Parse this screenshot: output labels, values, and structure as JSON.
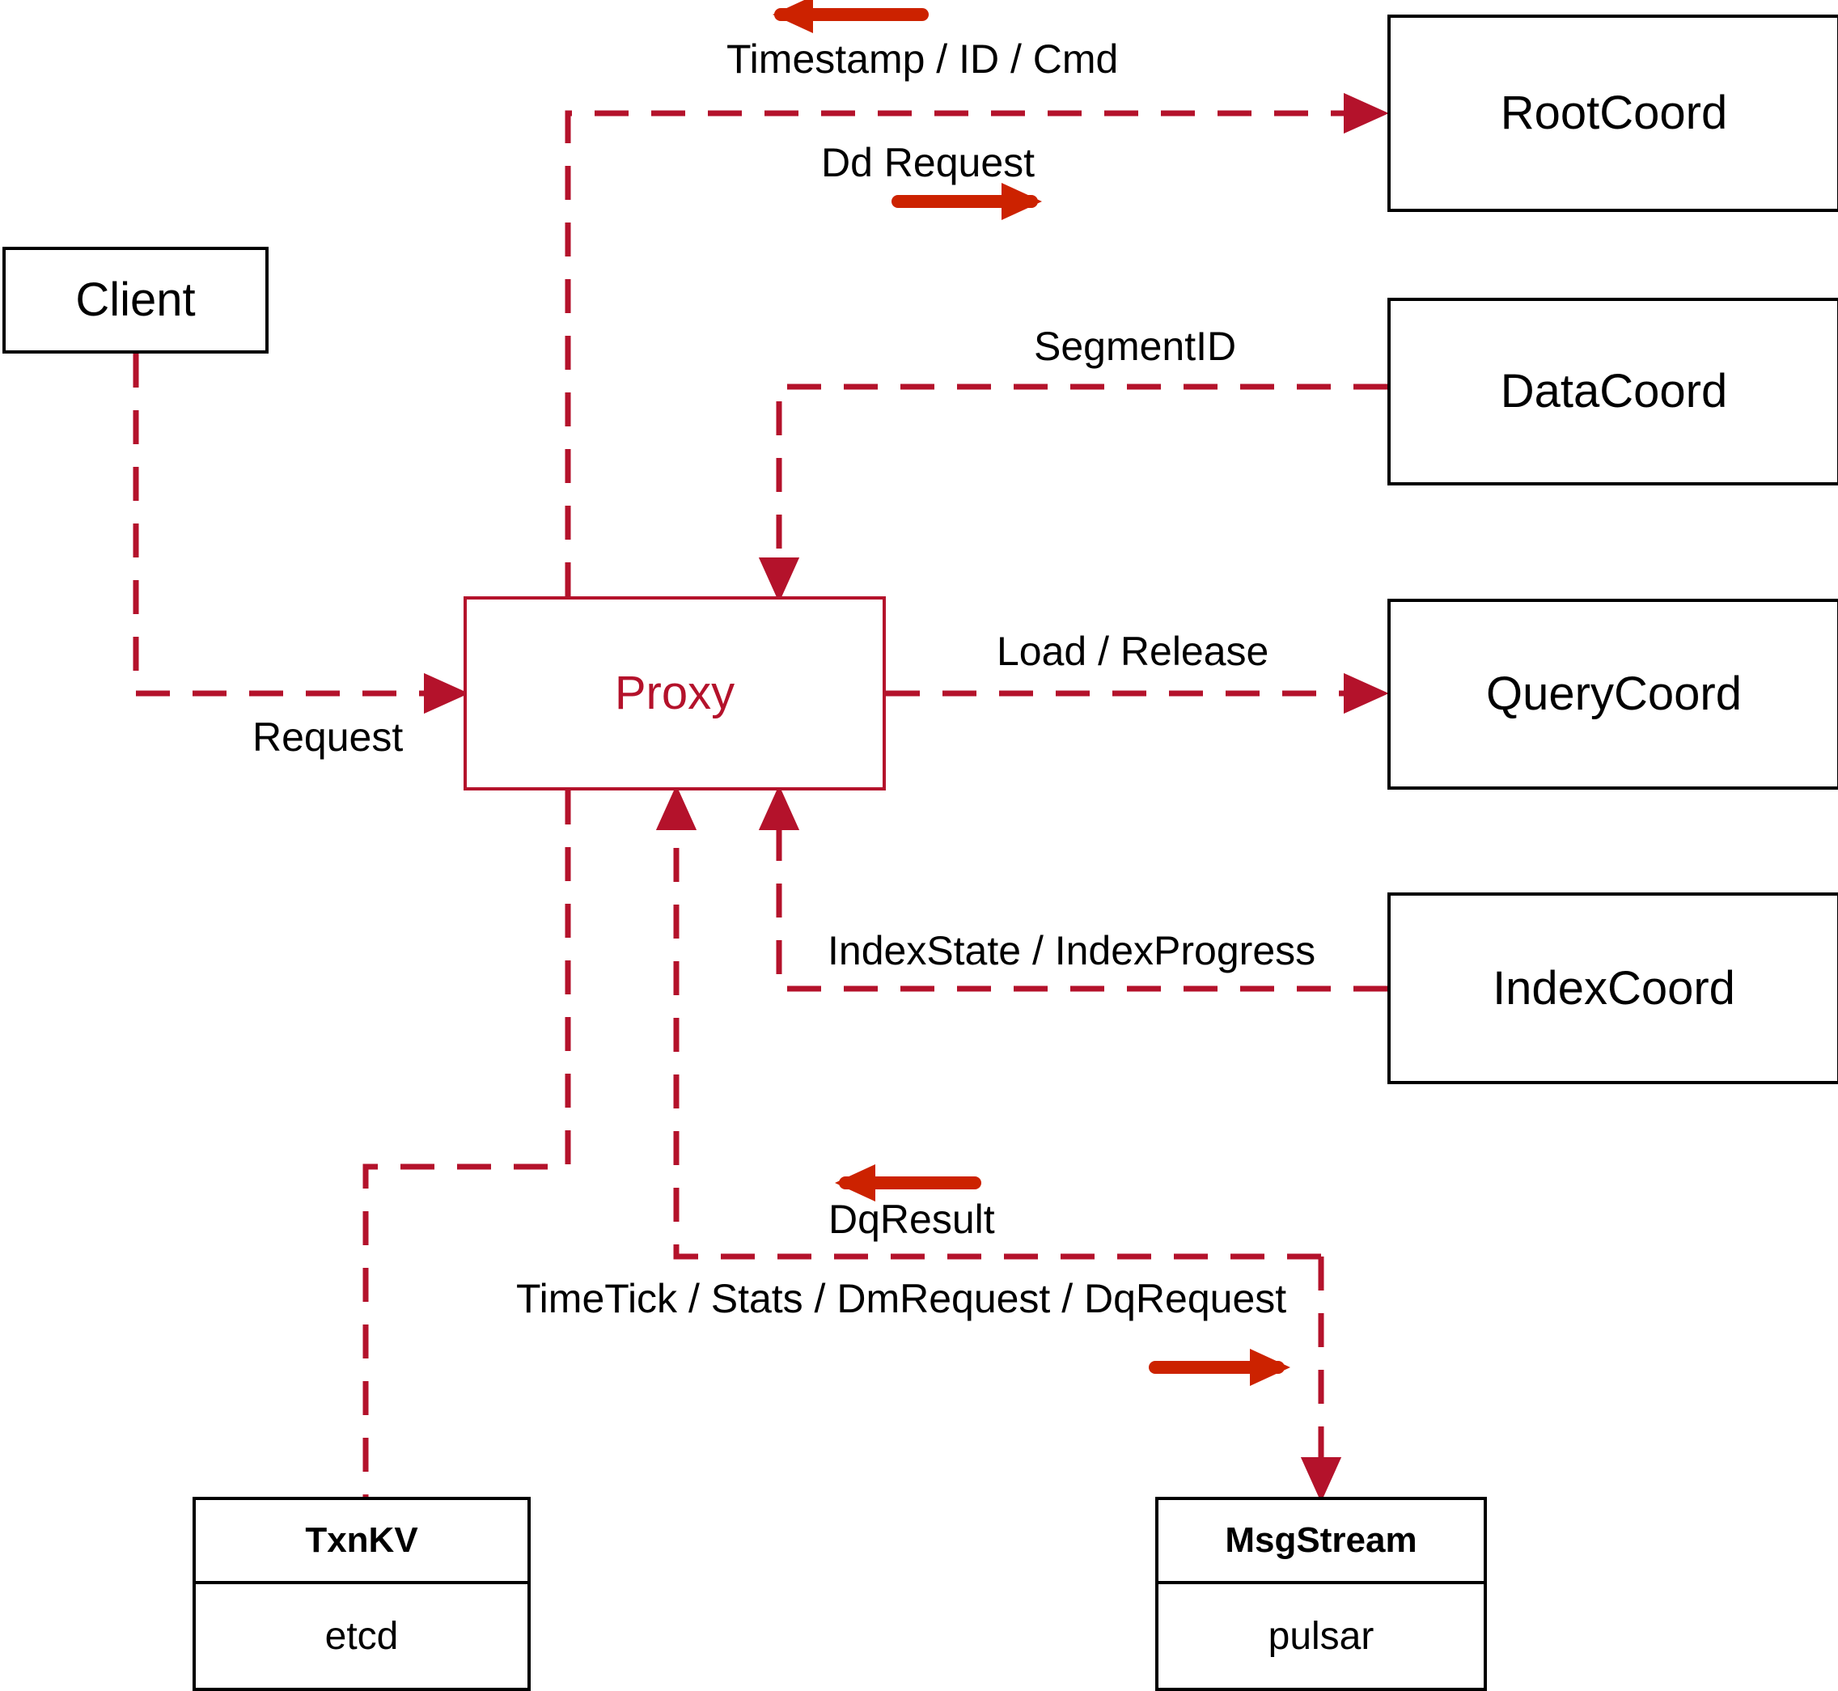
{
  "diagram": {
    "title": "Proxy component interaction diagram",
    "colors": {
      "dashed_line": "#B4122B",
      "legend_arrow": "#CC2200",
      "node_border": "#000000",
      "proxy_accent": "#B4122B",
      "background": "#FFFFFF"
    }
  },
  "nodes": {
    "client": {
      "label": "Client"
    },
    "proxy": {
      "label": "Proxy"
    },
    "root_coord": {
      "label": "RootCoord"
    },
    "data_coord": {
      "label": "DataCoord"
    },
    "query_coord": {
      "label": "QueryCoord"
    },
    "index_coord": {
      "label": "IndexCoord"
    }
  },
  "stores": {
    "txnkv": {
      "header": "TxnKV",
      "body": "etcd"
    },
    "msgstream": {
      "header": "MsgStream",
      "body": "pulsar"
    }
  },
  "edges": {
    "timestamp_id_cmd": {
      "label": "Timestamp / ID / Cmd",
      "direction": "left"
    },
    "dd_request": {
      "label": "Dd Request",
      "direction": "right"
    },
    "segment_id": {
      "label": "SegmentID",
      "direction": "left"
    },
    "request": {
      "label": "Request",
      "direction": "right"
    },
    "load_release": {
      "label": "Load / Release",
      "direction": "right"
    },
    "index_state_progress": {
      "label": "IndexState / IndexProgress",
      "direction": "left"
    },
    "dq_result": {
      "label": "DqResult",
      "direction": "left"
    },
    "timetick_stats": {
      "label": "TimeTick / Stats / DmRequest / DqRequest",
      "direction": "right"
    }
  }
}
